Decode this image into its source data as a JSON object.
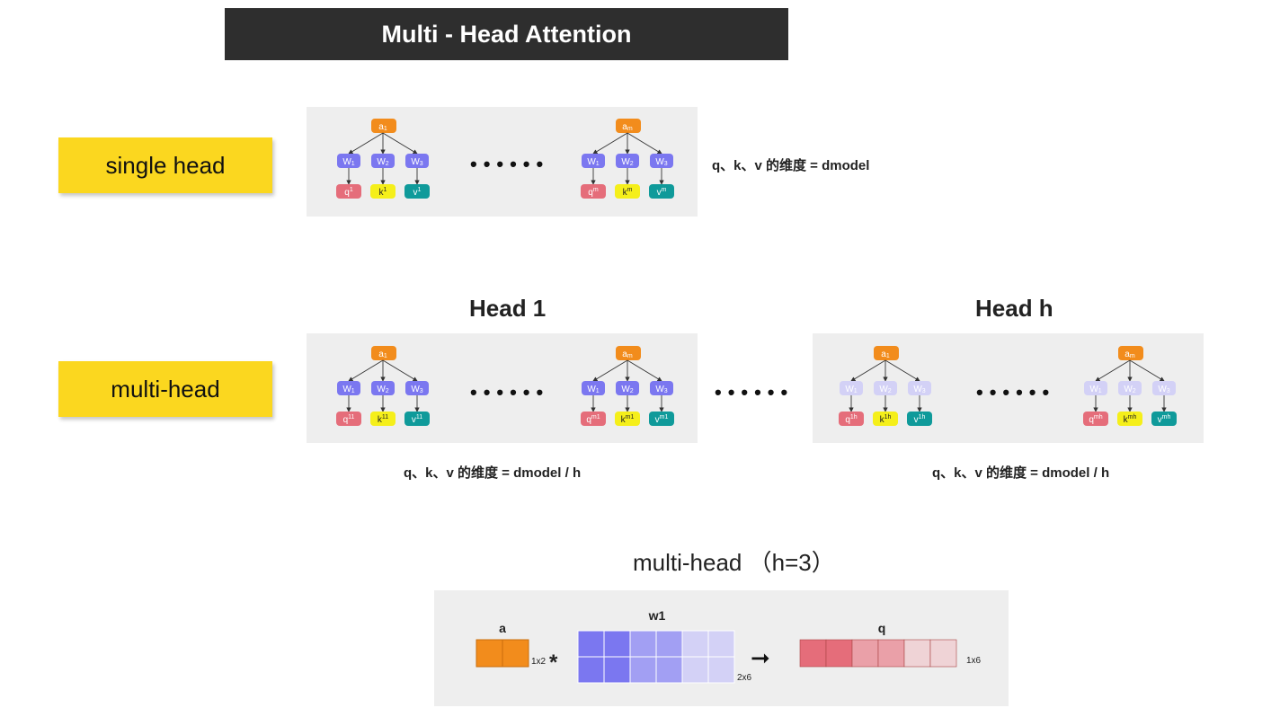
{
  "header": {
    "title": "Multi - Head Attention"
  },
  "labels": {
    "single": "single head",
    "multi": "multi-head"
  },
  "single": {
    "left": {
      "a_base": "a",
      "a_sub": "1",
      "w": [
        "W",
        "W",
        "W"
      ],
      "w_sub": [
        "1",
        "2",
        "3"
      ],
      "q": "q",
      "k": "k",
      "v": "v",
      "sup": "1"
    },
    "right": {
      "a_base": "a",
      "a_sub": "m",
      "w": [
        "W",
        "W",
        "W"
      ],
      "w_sub": [
        "1",
        "2",
        "3"
      ],
      "q": "q",
      "k": "k",
      "v": "v",
      "sup": "m"
    },
    "dots": "••••••",
    "dim": "q、k、v 的维度 = dmodel"
  },
  "multi": {
    "head1": {
      "title": "Head 1",
      "left": {
        "a_base": "a",
        "a_sub": "1",
        "w": [
          "W",
          "W",
          "W"
        ],
        "w_sub": [
          "1",
          "2",
          "3"
        ],
        "q": "q",
        "k": "k",
        "v": "v",
        "sup": "11"
      },
      "right": {
        "a_base": "a",
        "a_sub": "m",
        "w": [
          "W",
          "W",
          "W"
        ],
        "w_sub": [
          "1",
          "2",
          "3"
        ],
        "q": "q",
        "k": "k",
        "v": "v",
        "sup": "m1"
      },
      "dots": "••••••",
      "dim": "q、k、v 的维度 = dmodel / h"
    },
    "headh": {
      "title": "Head h",
      "left": {
        "a_base": "a",
        "a_sub": "1",
        "w": [
          "W",
          "W",
          "W"
        ],
        "w_sub": [
          "1",
          "2",
          "3"
        ],
        "q": "q",
        "k": "k",
        "v": "v",
        "sup": "1h"
      },
      "right": {
        "a_base": "a",
        "a_sub": "m",
        "w": [
          "W",
          "W",
          "W"
        ],
        "w_sub": [
          "1",
          "2",
          "3"
        ],
        "q": "q",
        "k": "k",
        "v": "v",
        "sup": "mh"
      },
      "dots": "••••••",
      "dim": "q、k、v 的维度 = dmodel / h"
    },
    "between_dots": "••••••"
  },
  "matrix": {
    "title": "multi-head （h=3）",
    "a_label": "a",
    "a_dim": "1x2",
    "times": "*",
    "w_label": "w1",
    "w_dim": "2x6",
    "arrow": "➞",
    "q_label": "q",
    "q_dim": "1x6"
  },
  "colors": {
    "a": "#f28c1c",
    "w": "#7b77f0",
    "w_faded": "#d3d1f6",
    "q": "#e56d7a",
    "k": "#f5ef1a",
    "v": "#0f9a9a",
    "label_bg": "#fbd71f",
    "panel_bg": "#eeeeee",
    "title_bg": "#2e2e2e"
  }
}
